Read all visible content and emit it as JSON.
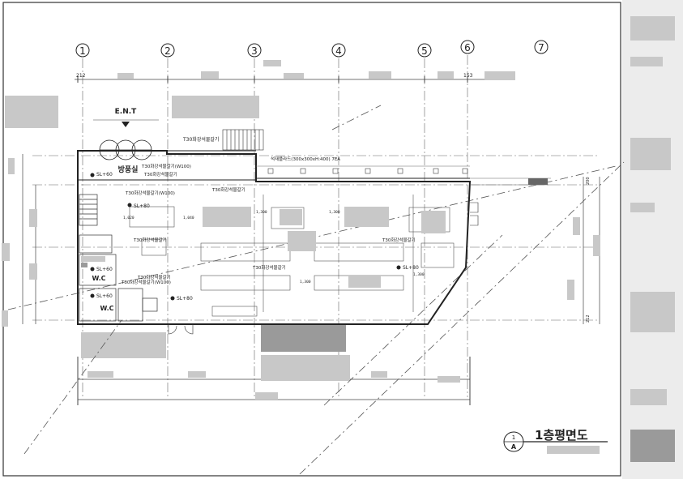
{
  "grid_labels": [
    "1",
    "2",
    "3",
    "4",
    "5",
    "6",
    "7"
  ],
  "dims": {
    "top_left": "212",
    "top_right": "153",
    "right_top": "200",
    "right_bottom": "212",
    "d1": "1,020",
    "d2": "1,040",
    "d3": "1,300",
    "d4": "1,300",
    "d5": "1,300",
    "d6": "1,300"
  },
  "plan": {
    "entrance": "E.N.T",
    "wind_room": "방풍실",
    "wc1": "W.C",
    "wc2": "W.C",
    "sl_1": "SL+60",
    "sl_2": "SL+60",
    "sl_3": "SL+60",
    "sl_4": "SL+80",
    "sl_5": "SL+80",
    "sl_6": "SL+80"
  },
  "notes": {
    "n1": "T30화강석물갈기",
    "n2": "T30화강석물갈기(W100)",
    "n3": "T30화강석물갈기",
    "n4": "T30화강석물갈기(W100)",
    "n5": "T30화강석물갈기",
    "n6": "T30화강석물갈기",
    "n7": "T30화강석물갈기",
    "n8": "T30화강석물갈기",
    "n9": "T30화강석물갈기(W100)",
    "n10": "T30화강석물갈기",
    "tile": "석재플라드(300x300xH:400) 7EA"
  },
  "title_block": {
    "number": "1",
    "letter": "A",
    "title": "1층평면도"
  }
}
